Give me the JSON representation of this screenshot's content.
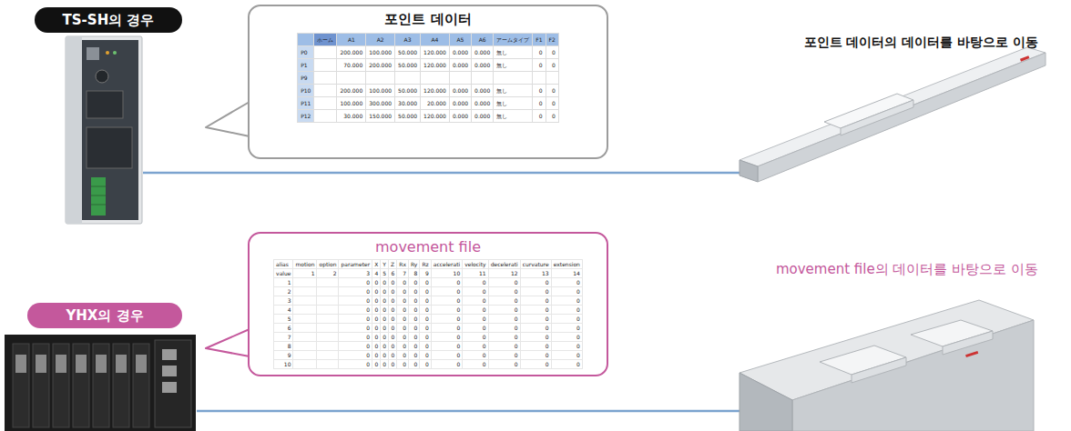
{
  "diagram": {
    "nodes": [
      {
        "text": [
          "TS-SH의 경우"
        ]
      },
      {
        "text": [
          "포인트 데이터"
        ]
      },
      {
        "text": [
          "YHX의 경우"
        ]
      },
      {
        "text": [
          "movement file"
        ]
      }
    ],
    "labels": [
      "포인트 데이터의 데이터를 바탕으로 이동",
      "movement file의 데이터를 바탕으로 이동",
      "ホーム",
      "A1",
      "A2",
      "A3",
      "A4",
      "A5",
      "A6",
      "アームタイプ",
      "F1",
      "F2",
      "P0",
      "200.000",
      "100.000",
      "50.000",
      "120.000",
      "0.000",
      "0.000",
      "無し",
      "0",
      "0",
      "P1",
      "70.000",
      "200.000",
      "50.000",
      "120.000",
      "0.000",
      "0.000",
      "無し",
      "0",
      "0",
      "P9",
      "P10",
      "200.000",
      "100.000",
      "50.000",
      "120.000",
      "0.000",
      "0.000",
      "無し",
      "0",
      "0",
      "P11",
      "100.000",
      "300.000",
      "30.000",
      "20.000",
      "0.000",
      "0.000",
      "無し",
      "0",
      "0",
      "P12",
      "30.000",
      "150.000",
      "50.000",
      "120.000",
      "0.000",
      "0.000",
      "無し",
      "0",
      "0",
      "alias",
      "motion",
      "option",
      "parameter",
      "X",
      "Y",
      "Z",
      "Rx",
      "Ry",
      "Rz",
      "accelerati",
      "velocity",
      "decelerati",
      "curvature",
      "extension",
      "value",
      "1",
      "2",
      "3",
      "4",
      "5",
      "6",
      "7",
      "8",
      "9",
      "10",
      "11",
      "12",
      "13",
      "14",
      "1",
      "0",
      "0",
      "0",
      "0",
      "0",
      "0",
      "0",
      "0",
      "0",
      "0",
      "0",
      "0",
      "2",
      "0",
      "0",
      "0",
      "0",
      "0",
      "0",
      "0",
      "0",
      "0",
      "0",
      "0",
      "0",
      "3",
      "0",
      "0",
      "0",
      "0",
      "0",
      "0",
      "0",
      "0",
      "0",
      "0",
      "0",
      "0",
      "4",
      "0",
      "0",
      "0",
      "0",
      "0",
      "0",
      "0",
      "0",
      "0",
      "0",
      "0",
      "0",
      "5",
      "0",
      "0",
      "0",
      "0",
      "0",
      "0",
      "0",
      "0",
      "0",
      "0",
      "0",
      "0",
      "6",
      "0",
      "0",
      "0",
      "0",
      "0",
      "0",
      "0",
      "0",
      "0",
      "0",
      "0",
      "0",
      "7",
      "0",
      "0",
      "0",
      "0",
      "0",
      "0",
      "0",
      "0",
      "0",
      "0",
      "0",
      "0",
      "8",
      "0",
      "0",
      "0",
      "0",
      "0",
      "0",
      "0",
      "0",
      "0",
      "0",
      "0",
      "0",
      "9",
      "0",
      "0",
      "0",
      "0",
      "0",
      "0",
      "0",
      "0",
      "0",
      "0",
      "0",
      "0",
      "10",
      "0",
      "0",
      "0",
      "0",
      "0",
      "0",
      "0",
      "0",
      "0",
      "0",
      "0",
      "0"
    ]
  }
}
